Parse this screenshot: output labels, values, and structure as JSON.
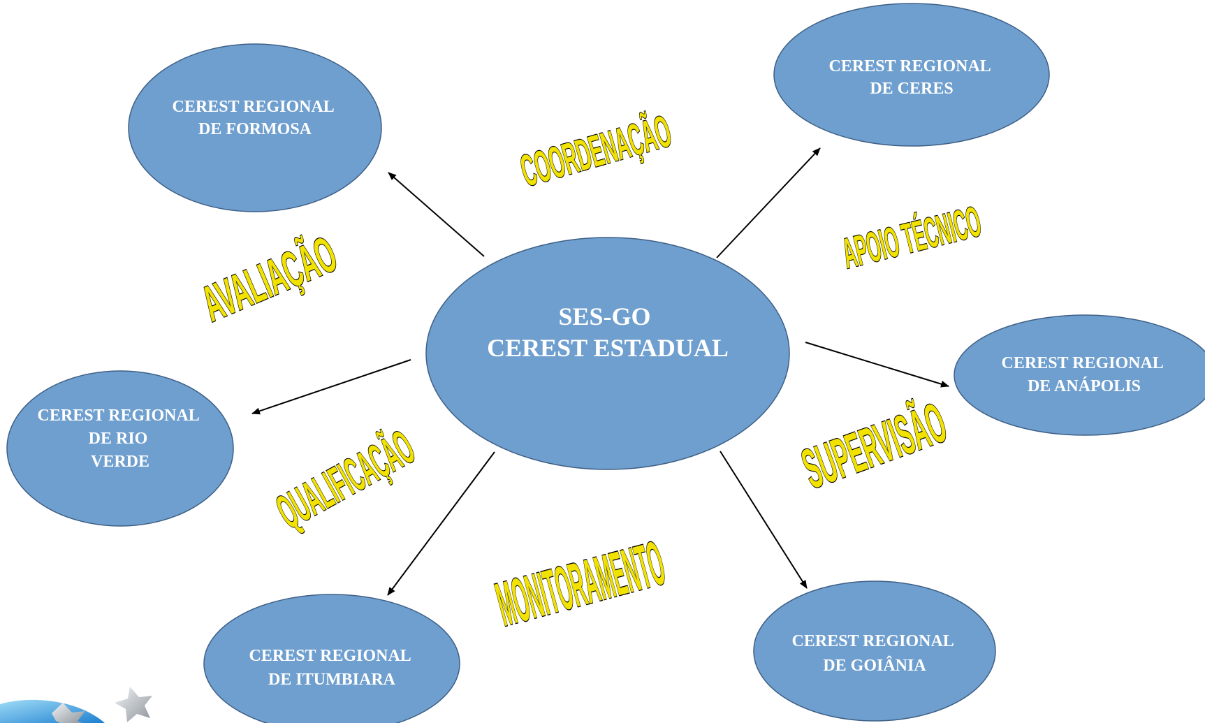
{
  "center": {
    "lines": [
      "SES-GO",
      "CEREST ESTADUAL"
    ]
  },
  "regionals": [
    {
      "id": "formosa",
      "lines": [
        "CEREST REGIONAL",
        "DE FORMOSA"
      ]
    },
    {
      "id": "ceres",
      "lines": [
        "CEREST REGIONAL",
        "DE CERES"
      ]
    },
    {
      "id": "anapolis",
      "lines": [
        "CEREST REGIONAL",
        "DE ANÁPOLIS"
      ]
    },
    {
      "id": "goiania",
      "lines": [
        "CEREST REGIONAL",
        "DE GOIÂNIA"
      ]
    },
    {
      "id": "itumbiara",
      "lines": [
        "CEREST REGIONAL",
        "DE ITUMBIARA"
      ]
    },
    {
      "id": "rio-verde",
      "lines": [
        "CEREST REGIONAL",
        "DE RIO",
        "VERDE"
      ]
    }
  ],
  "functions": [
    "COORDENAÇÃO",
    "APOIO TÉCNICO",
    "AVALIAÇÃO",
    "SUPERVISÃO",
    "QUALIFICAÇÃO",
    "MONITORAMENTO"
  ],
  "colors": {
    "ellipse_fill": "#6f9fce",
    "ellipse_stroke": "#3e5f86",
    "node_text": "#ffffff",
    "function_text": "#f2e200",
    "arrow": "#000000"
  },
  "decoration": {
    "icons": [
      "star-icon",
      "star-icon"
    ]
  }
}
